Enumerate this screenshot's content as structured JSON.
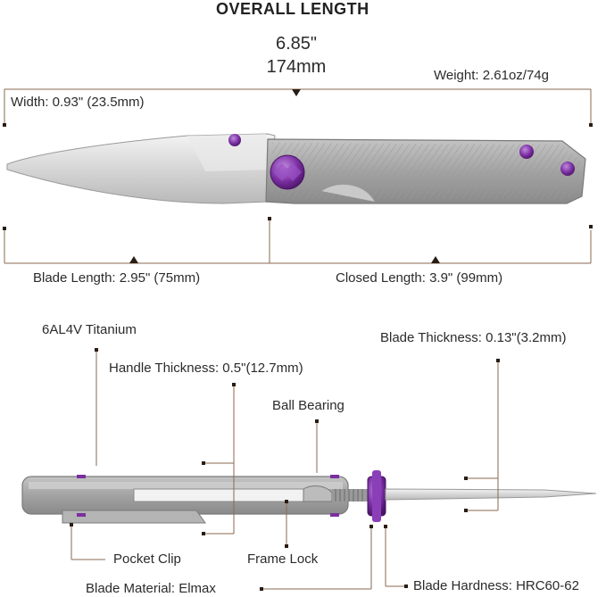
{
  "title": "OVERALL LENGTH",
  "overall_length": {
    "inches": "6.85\"",
    "mm": "174mm"
  },
  "weight": "Weight: 2.61oz/74g",
  "width": "Width: 0.93\" (23.5mm)",
  "blade_length": "Blade Length: 2.95\" (75mm)",
  "closed_length": "Closed Length: 3.9\" (99mm)",
  "material_handle": "6AL4V Titanium",
  "handle_thickness": "Handle Thickness: 0.5\"(12.7mm)",
  "ball_bearing": "Ball Bearing",
  "blade_thickness": "Blade Thickness: 0.13\"(3.2mm)",
  "pocket_clip": "Pocket Clip",
  "frame_lock": "Frame Lock",
  "blade_material": "Blade Material: Elmax",
  "blade_hardness": "Blade Hardness: HRC60-62",
  "colors": {
    "line": "#8a6a50",
    "marker": "#2a1d14",
    "titanium": "#a9a9a9",
    "blade": "#dcdcdc",
    "accent_purple": "#7a2fa0"
  }
}
